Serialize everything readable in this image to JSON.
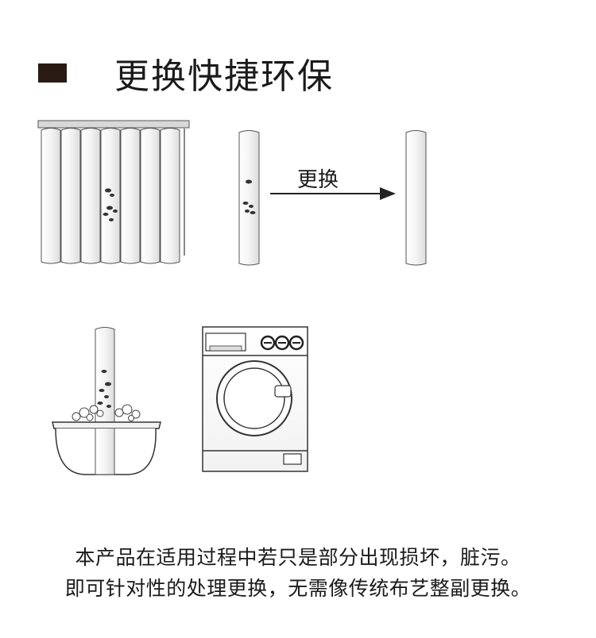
{
  "heading": {
    "title": "更换快捷环保",
    "icon": "square-bullet-icon",
    "accent_color": "#2a1a14"
  },
  "illustration": {
    "arrow_label": "更换",
    "icons": [
      "vertical-blind-panel-icon",
      "stained-slat-icon",
      "arrow-right-icon",
      "clean-slat-icon",
      "wash-basin-icon",
      "washing-machine-icon"
    ]
  },
  "caption": {
    "line1": "本产品在适用过程中若只是部分出现损坏，脏污。",
    "line2": "即可针对性的处理更换，无需像传统布艺整副更换。"
  }
}
